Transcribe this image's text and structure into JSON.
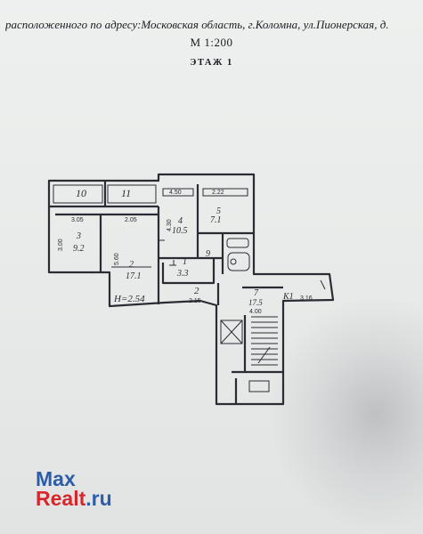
{
  "header": {
    "address": "расположенного по адресу:Московская область, г.Коломна, ул.Пионерская, д.",
    "scale": "М 1:200",
    "floor": "ЭТАЖ   1"
  },
  "rooms": {
    "r10": "10",
    "r11": "11",
    "r3_num": "3",
    "r3_area": "9.2",
    "r2_num": "2",
    "r2_area": "17.1",
    "r4_num": "4",
    "r4_area": "10.5",
    "r5_num": "5",
    "r5_area": "7.1",
    "r9": "9",
    "r1_num": "1",
    "r1_area": "3.3",
    "corr_num": "2",
    "r7_num": "7",
    "r7_area": "17.5",
    "k1": "К1",
    "height": "Н=2.54"
  },
  "dims": {
    "d305": "3.05",
    "d205": "2.05",
    "d300": "3.00",
    "d560": "5.60",
    "d450": "4.50",
    "d222": "2.22",
    "d430": "4.30",
    "d215": "2.15",
    "d316": "3.16",
    "d400": "4.00"
  },
  "watermark": {
    "line1": "Max",
    "line2_a": "Realt",
    "line2_b": ".ru"
  },
  "colors": {
    "ink": "#2a2c34",
    "watermark_blue": "#2d5ca8",
    "watermark_red": "#d9262c"
  }
}
